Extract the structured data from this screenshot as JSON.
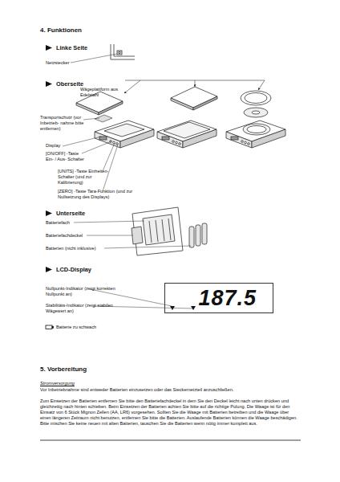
{
  "diagram": {
    "title": "4. Funktionen",
    "nodes": [
      {
        "text": [
          "187.5"
        ]
      }
    ],
    "labels": [
      "Linke Seite",
      "Netzstecker",
      "Oberseite",
      "Wägeplattform aus Edelstahl",
      "Transportschutz (vor Inbetrieb- nahme bitte entfernen)",
      "Display",
      "[ON/OFF] -Taste Ein- / Aus- Schalter",
      "[UNITS] -Taste Einheiten-Schalter (und zur Kalibrierung)",
      "[ZERO] -Taste Tara-Funktion (und zur Nullsetzung des Displays)",
      "Unterseite",
      "Batteriefach",
      "Batteriefachdeckel",
      "Batterien (nicht inklusive)",
      "LCD-Display",
      "Nullpunkt-Indikator (zeigt korrekten Nullpunkt an)",
      "Stabilitäts-Indikator (zeigt stabilen Wägewert an)",
      "Batterie zu schwach",
      "5. Vorbereitung",
      "Stromversorgung",
      "Vor Inbetriebnahme sind entweder Batterien einzusetzen oder das Steckernetzteil anzuschließen.",
      "Zum Einsetzen der Batterien entfernen Sie bitte den Batteriefachdeckel in dem Sie den Deckel leicht nach unten drücken und gleichzeitig nach hinten schieben. Beim Einsetzen der Batterien achten Sie bitte auf die richtige Polung. Die Waage ist für den Einsatz von 6 Stück Mignon Zellen (AA, LR6) vorgesehen. Sollten Sie die Waage mit Batterien betreiben und die Waage über einen längeren Zeitraum nicht benutzen, entfernen Sie bitte die Batterien. Auslaufende Batterien können die Waage beschädigen. Bitte mischen Sie keine neuen mit alten Batterien, tauschen Sie die Batterien wenn nötig immer komplett aus."
    ]
  }
}
